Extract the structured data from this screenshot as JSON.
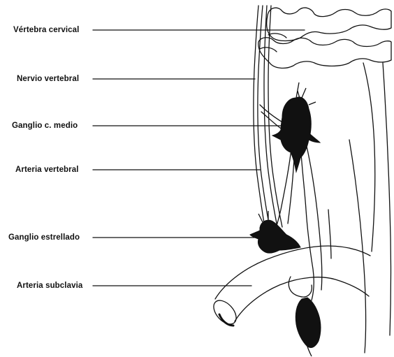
{
  "labels": {
    "vertebra_cervical": "Vértebra cervical",
    "nervio_vertebral": "Nervio vertebral",
    "ganglio_medio": "Ganglio c. medio",
    "arteria_vertebral": "Arteria vertebral",
    "ganglio_estrellado": "Ganglio estrellado",
    "arteria_subclavia": "Arteria subclavia"
  },
  "colors": {
    "ink": "#111111",
    "background": "#ffffff"
  }
}
